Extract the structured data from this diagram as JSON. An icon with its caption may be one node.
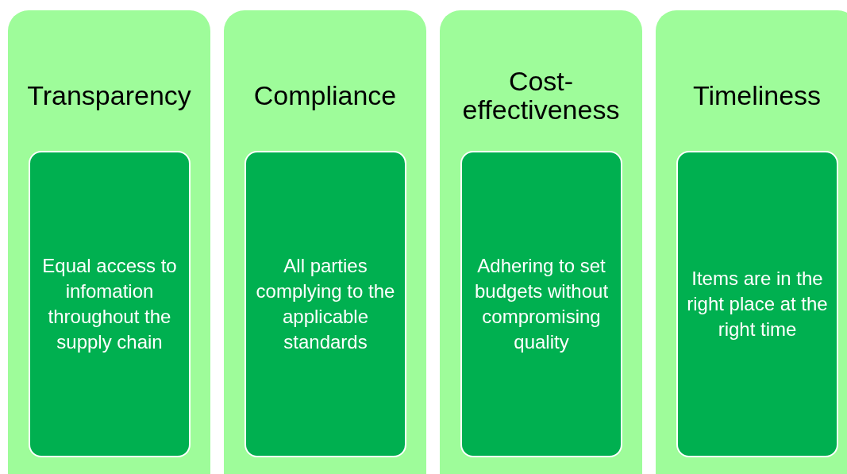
{
  "diagram": {
    "nodes": [
      {
        "text": [
          "Transparency"
        ]
      },
      {
        "text": [
          "Equal access to infomation throughout the supply chain"
        ],
        "in": 0
      },
      {
        "text": [
          "Compliance"
        ]
      },
      {
        "text": [
          "All parties complying to the applicable standards"
        ],
        "in": 2
      },
      {
        "text": [
          "Cost-effectiveness"
        ]
      },
      {
        "text": [
          "Adhering to set budgets without compromising quality"
        ],
        "in": 4
      },
      {
        "text": [
          "Timeliness"
        ]
      },
      {
        "text": [
          "Items are in the right place at the right time"
        ],
        "in": 6
      }
    ]
  }
}
